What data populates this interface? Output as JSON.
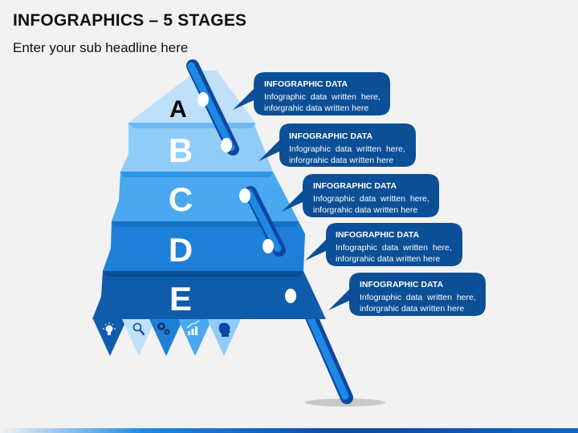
{
  "header": {
    "title": "INFOGRAPHICS – 5 STAGES",
    "subtitle": "Enter your sub headline here"
  },
  "colors": {
    "background": "#f2f2f2",
    "stage_a": "#bfe0fb",
    "stage_b": "#7cc4f7",
    "stage_c": "#3ca2ee",
    "stage_d": "#1a7ad4",
    "stage_e": "#0d5aa8",
    "callout": "#0b4f96",
    "pole": "#1565c0"
  },
  "stages": [
    {
      "letter": "A",
      "callout_title": "INFOGRAPHIC DATA",
      "callout_line1": "Infographic  data  written  here,",
      "callout_line2": "inforgrahic data written here"
    },
    {
      "letter": "B",
      "callout_title": "INFOGRAPHIC DATA",
      "callout_line1": "Infographic  data  written  here,",
      "callout_line2": "inforgrahic data written here"
    },
    {
      "letter": "C",
      "callout_title": "INFOGRAPHIC DATA",
      "callout_line1": "Infographic  data  written  here,",
      "callout_line2": "inforgrahic data written here"
    },
    {
      "letter": "D",
      "callout_title": "INFOGRAPHIC DATA",
      "callout_line1": "Infographic  data  written  here,",
      "callout_line2": "inforgrahic data written here"
    },
    {
      "letter": "E",
      "callout_title": "INFOGRAPHIC DATA",
      "callout_line1": "Infographic  data  written  here,",
      "callout_line2": "inforgrahic data written here"
    }
  ],
  "pennants": [
    {
      "icon": "lightbulb-icon"
    },
    {
      "icon": "magnifier-icon"
    },
    {
      "icon": "gears-icon"
    },
    {
      "icon": "growth-chart-icon"
    },
    {
      "icon": "head-profile-icon"
    }
  ]
}
